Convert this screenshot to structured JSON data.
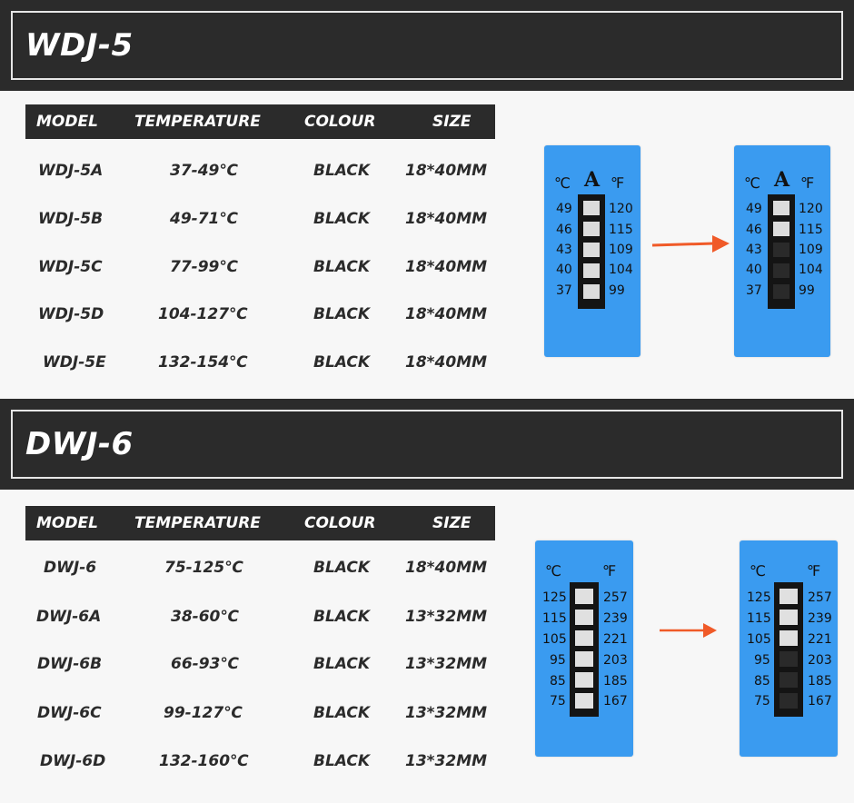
{
  "sections": [
    {
      "title": "WDJ-5",
      "headers": {
        "model": "MODEL",
        "temperature": "TEMPERATURE",
        "colour": "COLOUR",
        "size": "SIZE"
      },
      "rows": [
        {
          "model": "WDJ-5A",
          "temperature": "37-49℃",
          "colour": "BLACK",
          "size": "18*40MM"
        },
        {
          "model": "WDJ-5B",
          "temperature": "49-71℃",
          "colour": "BLACK",
          "size": "18*40MM"
        },
        {
          "model": "WDJ-5C",
          "temperature": "77-99℃",
          "colour": "BLACK",
          "size": "18*40MM"
        },
        {
          "model": "WDJ-5D",
          "temperature": "104-127℃",
          "colour": "BLACK",
          "size": "18*40MM"
        },
        {
          "model": "WDJ-5E",
          "temperature": "132-154℃",
          "colour": "BLACK",
          "size": "18*40MM"
        }
      ],
      "label": {
        "celsius_symbol": "℃",
        "fahrenheit_symbol": "℉",
        "letter": "A",
        "celsius": [
          "49",
          "46",
          "43",
          "40",
          "37"
        ],
        "fahrenheit": [
          "120",
          "115",
          "109",
          "104",
          "99"
        ],
        "before_states": [
          "white",
          "white",
          "white",
          "white",
          "white"
        ],
        "after_states": [
          "white",
          "white",
          "black",
          "black",
          "black"
        ]
      }
    },
    {
      "title": "DWJ-6",
      "headers": {
        "model": "MODEL",
        "temperature": "TEMPERATURE",
        "colour": "COLOUR",
        "size": "SIZE"
      },
      "rows": [
        {
          "model": "DWJ-6",
          "temperature": "75-125℃",
          "colour": "BLACK",
          "size": "18*40MM"
        },
        {
          "model": "DWJ-6A",
          "temperature": "38-60℃",
          "colour": "BLACK",
          "size": "13*32MM"
        },
        {
          "model": "DWJ-6B",
          "temperature": "66-93℃",
          "colour": "BLACK",
          "size": "13*32MM"
        },
        {
          "model": "DWJ-6C",
          "temperature": "99-127℃",
          "colour": "BLACK",
          "size": "13*32MM"
        },
        {
          "model": "DWJ-6D",
          "temperature": "132-160℃",
          "colour": "BLACK",
          "size": "13*32MM"
        }
      ],
      "label": {
        "celsius_symbol": "℃",
        "fahrenheit_symbol": "℉",
        "celsius": [
          "125",
          "115",
          "105",
          "95",
          "85",
          "75"
        ],
        "fahrenheit": [
          "257",
          "239",
          "221",
          "203",
          "185",
          "167"
        ],
        "before_states": [
          "white",
          "white",
          "white",
          "white",
          "white",
          "white"
        ],
        "after_states": [
          "white",
          "white",
          "white",
          "black",
          "black",
          "black"
        ]
      }
    }
  ],
  "colors": {
    "banner": "#2b2b2b",
    "label_blue": "#3a9bf0",
    "arrow": "#f05a28",
    "cell_white": "#dcdcdc",
    "cell_black": "#1e1e1e"
  }
}
